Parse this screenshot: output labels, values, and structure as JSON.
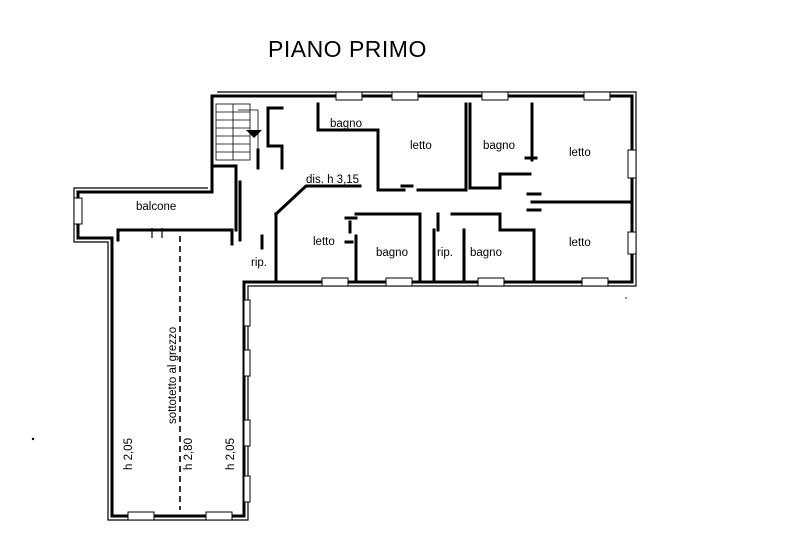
{
  "plan": {
    "title": "PIANO PRIMO",
    "rooms": {
      "balcone": "balcone",
      "bagno_1": "bagno",
      "letto_1": "letto",
      "bagno_2": "bagno",
      "letto_2": "letto",
      "disimpegno": "dis. h 3,15",
      "letto_3": "letto",
      "bagno_3": "bagno",
      "rip_1": "rip.",
      "rip_2": "rip.",
      "bagno_4": "bagno",
      "letto_4": "letto",
      "sottotetto": "sottotetto al grezzo",
      "h_left": "h 2,05",
      "h_center": "h 2,80",
      "h_right": "h 2,05"
    }
  }
}
